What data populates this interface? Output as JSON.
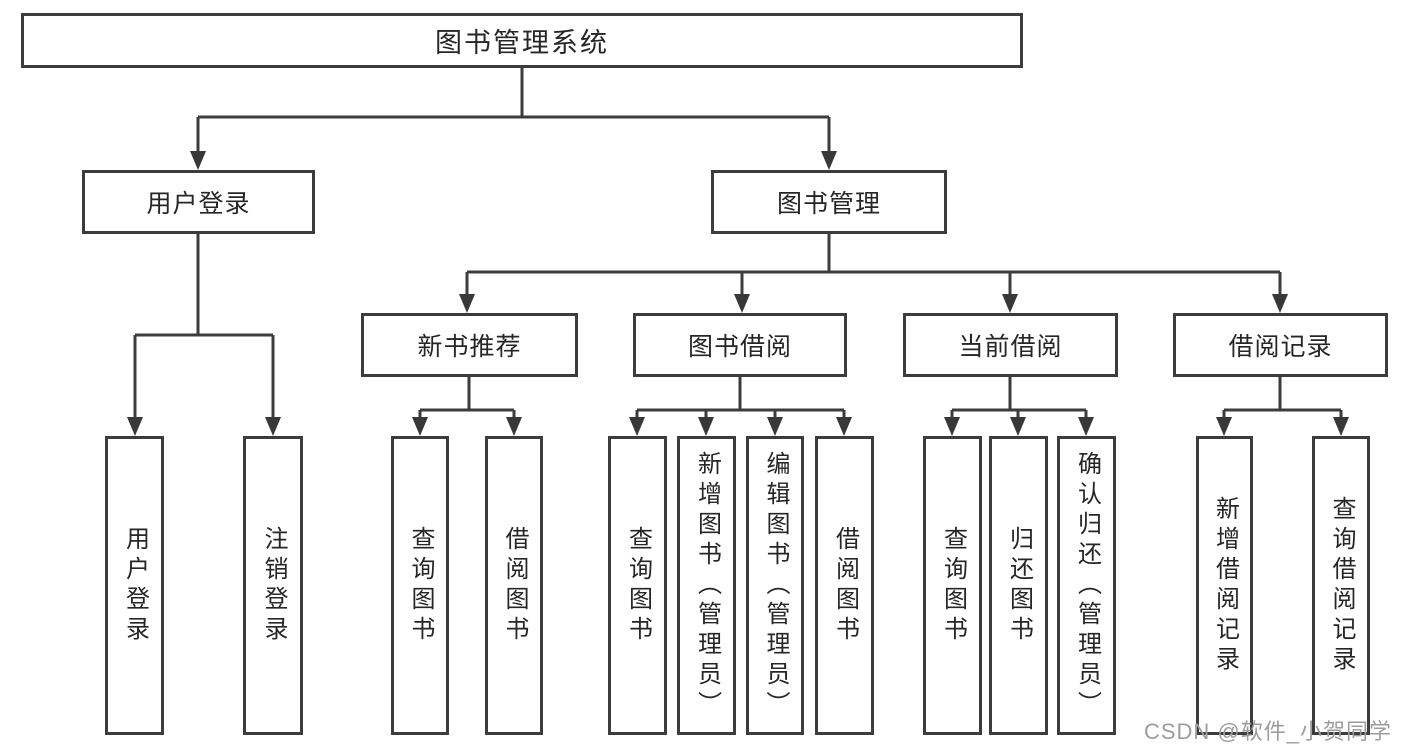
{
  "nodes": {
    "root": {
      "label": "图书管理系统"
    },
    "user_login": {
      "label": "用户登录"
    },
    "book_mgmt": {
      "label": "图书管理"
    },
    "new_book_rec": {
      "label": "新书推荐"
    },
    "book_borrow": {
      "label": "图书借阅"
    },
    "current_borrow": {
      "label": "当前借阅"
    },
    "borrow_record": {
      "label": "借阅记录"
    },
    "leaves": {
      "login": {
        "label": "用户登录"
      },
      "logout": {
        "label": "注销登录"
      },
      "nb_query": {
        "label": "查询图书"
      },
      "nb_borrow": {
        "label": "借阅图书"
      },
      "bb_query": {
        "label": "查询图书"
      },
      "bb_add": {
        "label": "新增图书（管理员）"
      },
      "bb_edit": {
        "label": "编辑图书（管理员）"
      },
      "bb_borrow": {
        "label": "借阅图书"
      },
      "cb_query": {
        "label": "查询图书"
      },
      "cb_return": {
        "label": "归还图书"
      },
      "cb_confirm": {
        "label": "确认归还（管理员）"
      },
      "br_add": {
        "label": "新增借阅记录"
      },
      "br_query": {
        "label": "查询借阅记录"
      }
    }
  },
  "watermark": {
    "text": "CSDN @软件_小贺同学"
  },
  "colors": {
    "line": "#3c3c3c",
    "box_border": "#3c3c3c",
    "text": "#262626",
    "watermark": "#9d9d9d",
    "background": "#ffffff"
  }
}
